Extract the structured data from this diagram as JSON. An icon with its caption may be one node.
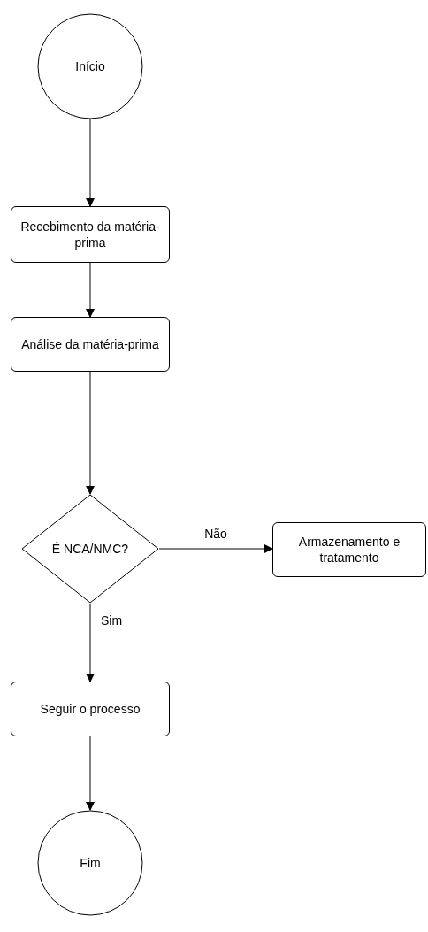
{
  "diagram": {
    "nodes": [
      {
        "text": [
          "Início"
        ]
      },
      {
        "text": [
          "Recebimento da matéria-prima"
        ]
      },
      {
        "text": [
          "Análise da matéria-prima"
        ]
      },
      {
        "text": [
          "É NCA/NMC?"
        ]
      },
      {
        "text": [
          "Armazenamento e tratamento"
        ]
      },
      {
        "text": [
          "Seguir o processo"
        ]
      },
      {
        "text": [
          "Fim"
        ]
      }
    ],
    "edges": [
      {
        "from": 0,
        "to": 1,
        "arrow": "to"
      },
      {
        "from": 1,
        "to": 2,
        "arrow": "to"
      },
      {
        "from": 2,
        "to": 3,
        "arrow": "to"
      },
      {
        "from": 3,
        "to": 4,
        "arrow": "to",
        "label": "Não"
      },
      {
        "from": 3,
        "to": 5,
        "arrow": "to",
        "label": "Sim"
      },
      {
        "from": 5,
        "to": 6,
        "arrow": "to"
      }
    ]
  }
}
